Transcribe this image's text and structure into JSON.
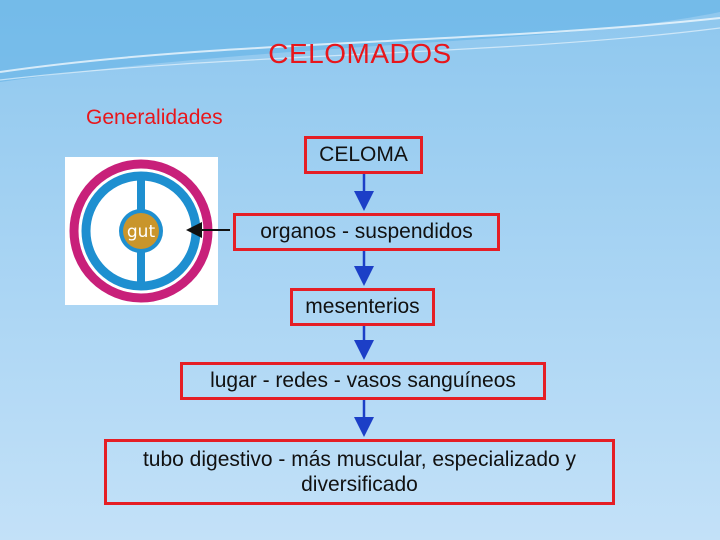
{
  "slide": {
    "title": "CELOMADOS",
    "subtitle": "Generalidades"
  },
  "flow": {
    "celoma": "CELOMA",
    "organos": "organos - suspendidos",
    "mesenterios": "mesenterios",
    "lugar": "lugar - redes - vasos sanguíneos",
    "tubo": "tubo digestivo - más muscular, especializado y diversificado"
  },
  "figure": {
    "gut_label": "gut"
  },
  "colors": {
    "title": "#e8161b",
    "box_border": "#e51e25",
    "arrow": "#1c3fc7",
    "ring_outer": "#c8207a",
    "ring_inner": "#1e8fd0",
    "gut": "#c9952b"
  }
}
